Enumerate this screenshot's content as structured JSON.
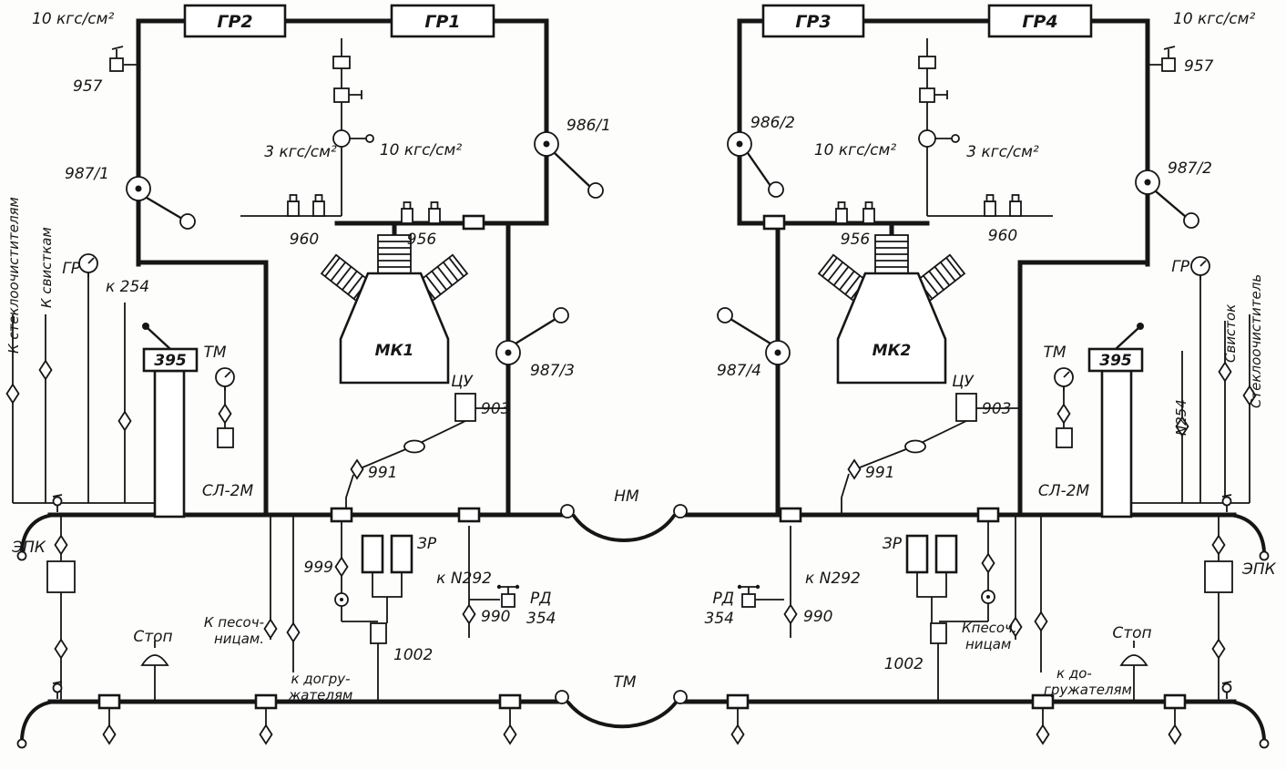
{
  "diagram": {
    "kind": "locomotive pneumatic brake schematic",
    "ink": "#161616",
    "bg": "#fdfdfc"
  },
  "labels": {
    "gr1": "ГР1",
    "gr2": "ГР2",
    "gr3": "ГР3",
    "gr4": "ГР4",
    "p10": "10 кгс/см²",
    "p3": "3 кгс/см²",
    "v957": "957",
    "v986_1": "986/1",
    "v986_2": "986/2",
    "v987_1": "987/1",
    "v987_2": "987/2",
    "v987_3": "987/3",
    "v987_4": "987/4",
    "v960": "960",
    "v956": "956",
    "gr": "ГР",
    "tm": "ТМ",
    "nm": "НМ",
    "k254": "к 254",
    "n254": "N254",
    "v395": "395",
    "mk1": "МК1",
    "mk2": "МК2",
    "cu": "ЦУ",
    "v903": "903",
    "v991": "991",
    "sl2m": "СЛ-2М",
    "epk": "ЭПК",
    "v999": "999",
    "zr": "ЗР",
    "kn292": "к N292",
    "v990": "990",
    "rd": "РД",
    "rd354": "354",
    "stop": "Стоп",
    "v1002": "1002",
    "to_wipers": "К стеклоочистителям",
    "to_whistles": "К свисткам",
    "whistle": "Свисток",
    "wiper": "Стеклоочиститель",
    "sand_l1": "К песоч-",
    "sand_l2": "ницам.",
    "sand_r1": "Кпесоч.",
    "sand_r2": "ницам",
    "load_l1": "к догру-",
    "load_l2": "жателям",
    "load_r1": "к до-",
    "load_r2": "гружателям"
  }
}
